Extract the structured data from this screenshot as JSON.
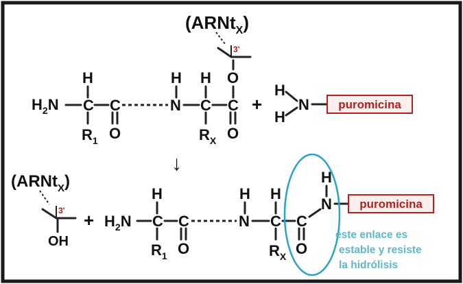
{
  "top": {
    "trna_label": "(ARNt",
    "trna_sub": "X",
    "trna_close": ")",
    "prime": "3'",
    "chain": {
      "h2n": "H",
      "h2n_sub": "2",
      "h2n_n": "N",
      "h1": "H",
      "r1": "R",
      "r1_sub": "1",
      "c1": "C",
      "o1": "O",
      "n_mid": "N",
      "h_nmid": "H",
      "h_cx": "H",
      "rx": "R",
      "rx_sub": "X",
      "cx": "C",
      "c_end": "C",
      "o_dbl": "O",
      "o_ester": "O"
    },
    "plus": "+",
    "puro_h_top": "H",
    "puro_h_bot": "H",
    "puro_n": "N",
    "puro_label": "puromicina"
  },
  "arrow": "↓",
  "bottom": {
    "trna_label": "(ARNt",
    "trna_sub": "X",
    "trna_close": ")",
    "prime": "3'",
    "oh": "OH",
    "plus": "+",
    "chain": {
      "h2n": "H",
      "h2n_sub": "2",
      "h2n_n": "N",
      "h1": "H",
      "r1": "R",
      "r1_sub": "1",
      "c1": "C",
      "o1": "O",
      "n_mid": "N",
      "h_nmid": "H",
      "h_cx": "H",
      "rx": "R",
      "rx_sub": "X",
      "cx": "C",
      "c_end": "C",
      "o_dbl": "O",
      "n_amide": "N",
      "h_amide": "H"
    },
    "puro_label": "puromicina",
    "note": [
      "este enlace es",
      "estable y resiste",
      "la hidrólisis"
    ]
  },
  "colors": {
    "label_red": "#b22222",
    "note_teal": "#5fb7c9",
    "ellipse_teal": "#2aa3c3"
  }
}
